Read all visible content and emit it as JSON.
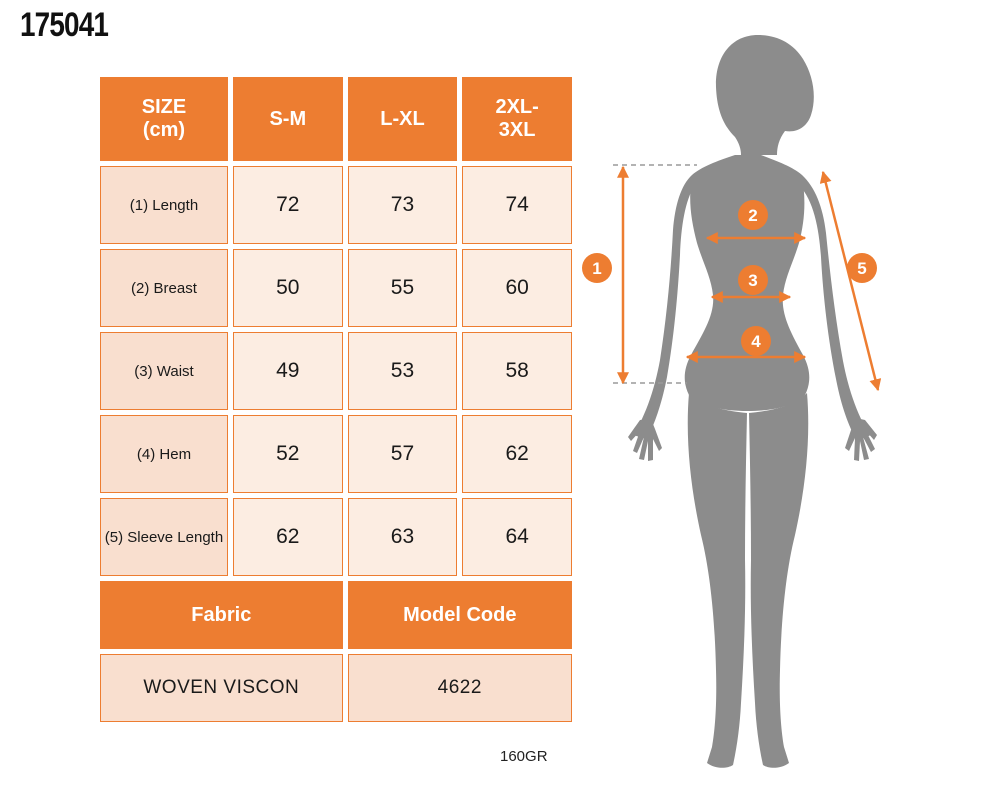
{
  "page": {
    "product_code": "175041",
    "weight": "160GR"
  },
  "size_chart": {
    "columns": [
      "SIZE\n(cm)",
      "S-M",
      "L-XL",
      "2XL-\n3XL"
    ],
    "rows": [
      {
        "label": "(1) Length",
        "values": [
          "72",
          "73",
          "74"
        ]
      },
      {
        "label": "(2) Breast",
        "values": [
          "50",
          "55",
          "60"
        ]
      },
      {
        "label": "(3) Waist",
        "values": [
          "49",
          "53",
          "58"
        ]
      },
      {
        "label": "(4) Hem",
        "values": [
          "52",
          "57",
          "62"
        ]
      },
      {
        "label": "(5) Sleeve Length",
        "values": [
          "62",
          "63",
          "64"
        ]
      }
    ],
    "info_header": {
      "fabric": "Fabric",
      "model_code": "Model Code"
    },
    "info_values": {
      "fabric": "WOVEN VISCON",
      "model_code": "4622"
    }
  },
  "diagram": {
    "markers": [
      "1",
      "2",
      "3",
      "4",
      "5"
    ]
  },
  "colors": {
    "orange": "#ED7D31",
    "silhouette_gray": "#8C8C8C",
    "dash_gray": "#9A9A9A"
  }
}
